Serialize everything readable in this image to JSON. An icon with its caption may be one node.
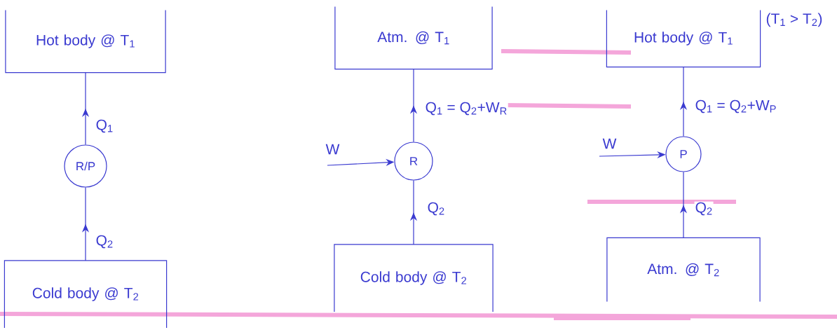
{
  "diagram": {
    "nodes": [
      {
        "text": [
          "Hot body @ T$_{1}$"
        ]
      },
      {
        "text": [
          "R/P"
        ]
      },
      {
        "text": [
          "Cold body @ T$_{2}$"
        ]
      },
      {
        "text": [
          "Atm. @ T$_{1}$"
        ]
      },
      {
        "text": [
          "R"
        ]
      },
      {
        "text": [
          "Cold body @ T$_{2}$"
        ]
      },
      {
        "text": [
          "Hot body @ T$_{1}$"
        ],
        "beside": [
          "(T$_{1}$ > T$_{2}$)"
        ]
      },
      {
        "text": [
          "P"
        ]
      },
      {
        "text": [
          "Atm. @ T$_{2}$"
        ]
      }
    ],
    "edges": [
      {
        "from": 2,
        "to": 1,
        "arrow": "to",
        "label": "Q$_{2}$"
      },
      {
        "from": 1,
        "to": 0,
        "arrow": "to",
        "label": "Q$_{1}$"
      },
      {
        "from": null,
        "to": 4,
        "arrow": "to",
        "label": "W"
      },
      {
        "from": 5,
        "to": 4,
        "arrow": "to",
        "label": "Q$_{2}$"
      },
      {
        "from": 4,
        "to": 3,
        "arrow": "to",
        "label": "Q$_{1}$ = Q$_{2}$+W$_{R}$"
      },
      {
        "from": null,
        "to": 7,
        "arrow": "to",
        "label": "W"
      },
      {
        "from": 8,
        "to": 7,
        "arrow": "to",
        "label": "Q$_{2}$"
      },
      {
        "from": 7,
        "to": 6,
        "arrow": "to",
        "label": "Q$_{1}$ = Q$_{2}$+W$_{P}$"
      }
    ]
  }
}
